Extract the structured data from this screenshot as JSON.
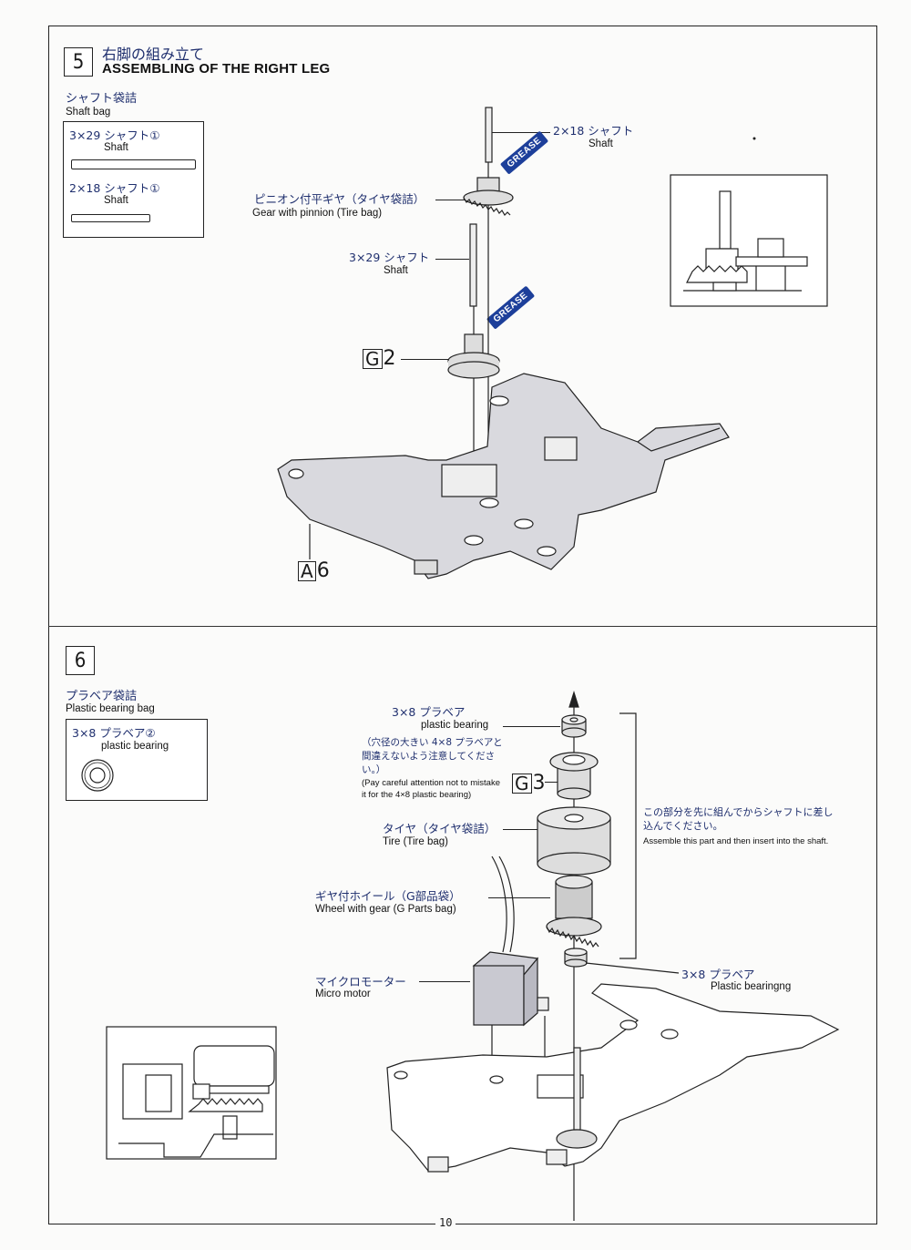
{
  "page_number": "10",
  "step5": {
    "number": "5",
    "title_jp": "右脚の組み立て",
    "title_en": "ASSEMBLING OF THE RIGHT LEG",
    "bag": {
      "title_jp": "シャフト袋詰",
      "title_en": "Shaft bag",
      "items": [
        {
          "name_jp": "3×29 シャフト①",
          "name_en": "Shaft"
        },
        {
          "name_jp": "2×18 シャフト①",
          "name_en": "Shaft"
        }
      ]
    },
    "callouts": {
      "shaft_2x18_jp": "2×18 シャフト",
      "shaft_2x18_en": "Shaft",
      "gear_jp": "ピニオン付平ギヤ（タイヤ袋詰）",
      "gear_en": "Gear with pinnion (Tire bag)",
      "shaft_3x29_jp": "3×29 シャフト",
      "shaft_3x29_en": "Shaft",
      "grease_label": "GREASE",
      "part_g2_letter": "G",
      "part_g2_num": "2",
      "part_a6_letter": "A",
      "part_a6_num": "6"
    }
  },
  "step6": {
    "number": "6",
    "bag": {
      "title_jp": "プラベア袋詰",
      "title_en": "Plastic bearing bag",
      "item_jp": "3×8 プラベア②",
      "item_en": "plastic bearing"
    },
    "callouts": {
      "bearing_top_jp": "3×8 プラベア",
      "bearing_top_en": "plastic bearing",
      "warning_jp": "（穴径の大きい 4×8 プラベアと間違えないよう注意してください。）",
      "warning_en": "(Pay careful attention not to mistake it for the 4×8 plastic bearing)",
      "part_g3_letter": "G",
      "part_g3_num": "3",
      "tire_jp": "タイヤ（タイヤ袋詰）",
      "tire_en": "Tire (Tire bag)",
      "wheel_jp": "ギヤ付ホイール（G部品袋）",
      "wheel_en": "Wheel with gear (G Parts bag)",
      "motor_jp": "マイクロモーター",
      "motor_en": "Micro motor",
      "bearing_bottom_jp": "3×8 プラベア",
      "bearing_bottom_en": "Plastic bearingng",
      "note_jp": "この部分を先に組んでからシャフトに差し込んでください。",
      "note_en": "Assemble this part and then insert into the shaft."
    }
  }
}
